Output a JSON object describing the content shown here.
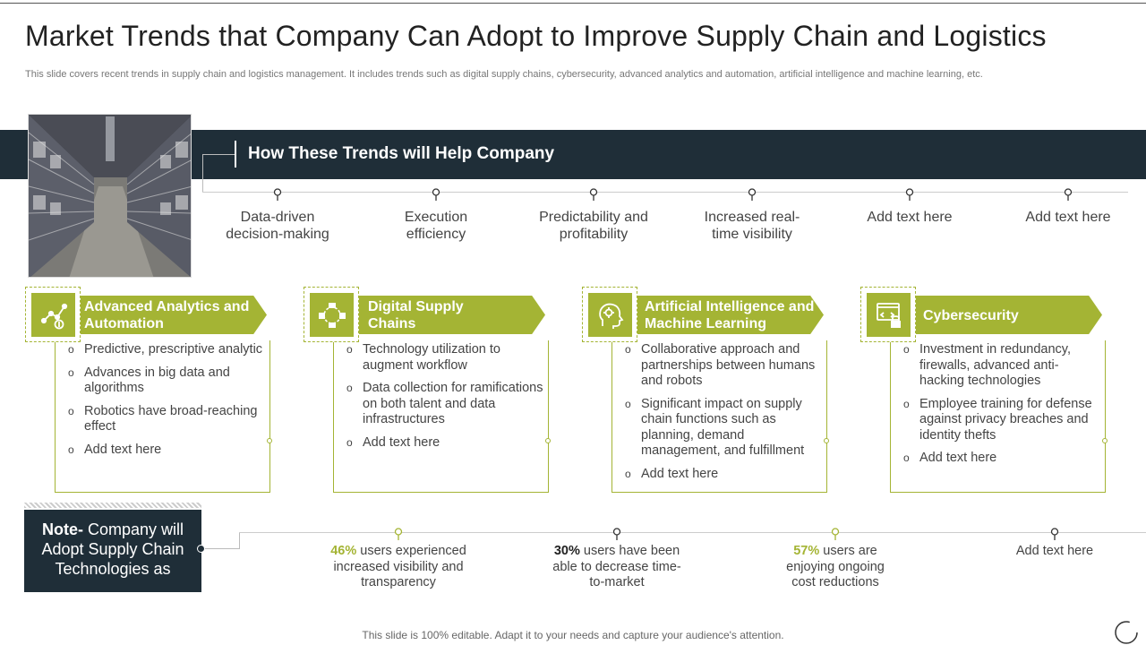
{
  "title": "Market Trends that Company Can Adopt to Improve Supply Chain and Logistics",
  "subtitle": "This slide covers recent trends in supply chain and logistics management. It includes trends such as digital supply chains, cybersecurity, advanced analytics and automation, artificial intelligence and machine learning, etc.",
  "banner_title": "How These Trends will Help Company",
  "benefits": [
    "Data-driven decision-making",
    "Execution efficiency",
    "Predictability and profitability",
    "Increased real-time visibility",
    "Add text here",
    "Add text here"
  ],
  "trends": [
    {
      "title": "Advanced Analytics and Automation",
      "icon": "analytics-icon",
      "items": [
        "Predictive, prescriptive analytic",
        "Advances in big data and algorithms",
        "Robotics have broad-reaching effect",
        "Add text here"
      ]
    },
    {
      "title": "Digital Supply Chains",
      "icon": "supply-chain-icon",
      "items": [
        "Technology utilization to augment workflow",
        "Data collection for ramifications on both talent and data infrastructures",
        "Add text here"
      ]
    },
    {
      "title": "Artificial Intelligence and Machine Learning",
      "icon": "brain-icon",
      "items": [
        "Collaborative approach and partnerships between humans and robots",
        "Significant impact on supply chain functions such as planning, demand management, and fulfillment",
        "Add text here"
      ]
    },
    {
      "title": "Cybersecurity",
      "icon": "security-lock-icon",
      "items": [
        "Investment in redundancy, firewalls, advanced anti-hacking technologies",
        "Employee training for defense against privacy breaches and identity thefts",
        "Add text here"
      ]
    }
  ],
  "note": {
    "label": "Note-",
    "text": "Company will Adopt Supply Chain Technologies as"
  },
  "stats": [
    {
      "pct": "46%",
      "text": "users experienced increased visibility and transparency",
      "color": "#a4b434"
    },
    {
      "pct": "30%",
      "text": "users have been able to decrease time-to-market",
      "color": "#222222"
    },
    {
      "pct": "57%",
      "text": "users are enjoying ongoing cost reductions",
      "color": "#a4b434"
    },
    {
      "pct": "",
      "text": "Add text here",
      "color": "#222222"
    }
  ],
  "footer": "This slide is 100% editable. Adapt it to your needs and capture your audience's attention.",
  "colors": {
    "accent": "#a4b434",
    "dark": "#1f2e38"
  }
}
